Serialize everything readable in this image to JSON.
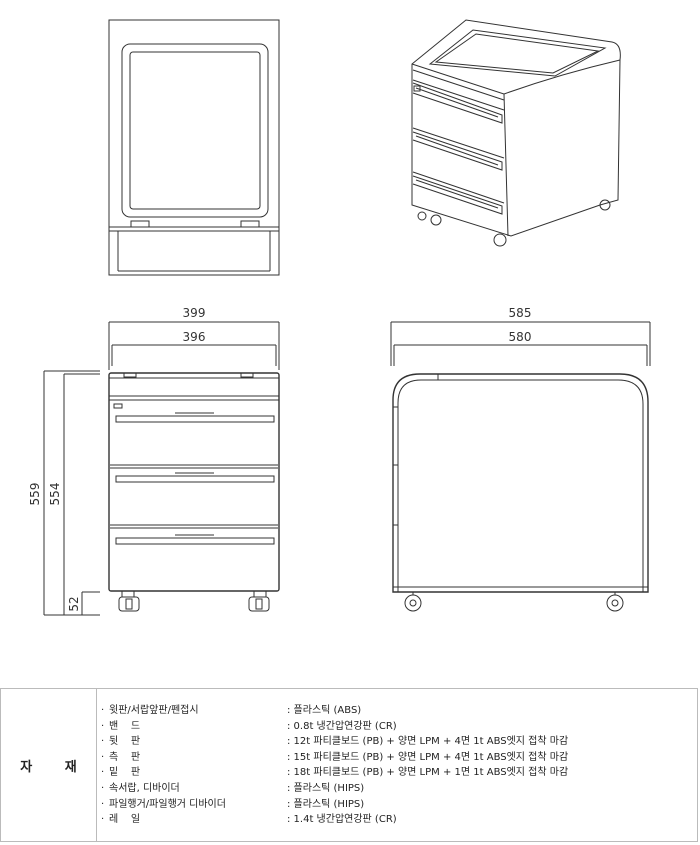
{
  "dimensions": {
    "width_outer": "399",
    "width_inner": "396",
    "depth_outer": "585",
    "depth_inner": "580",
    "height_outer": "559",
    "height_inner": "554",
    "caster_height": "52"
  },
  "materials": {
    "header": "자 재",
    "rows": [
      {
        "bullet": "·",
        "part": "윗판/서랍앞판/펜접시",
        "material": ": 플라스틱 (ABS)"
      },
      {
        "bullet": "·",
        "part": "밴    드",
        "material": ": 0.8t 냉간압연강판 (CR)"
      },
      {
        "bullet": "·",
        "part": "뒷    판",
        "material": ": 12t 파티클보드 (PB) + 양면 LPM + 4면 1t ABS엣지 접착 마감"
      },
      {
        "bullet": "·",
        "part": "측    판",
        "material": ": 15t 파티클보드 (PB) + 양면 LPM + 4면 1t ABS엣지 접착 마감"
      },
      {
        "bullet": "·",
        "part": "밑    판",
        "material": ": 18t 파티클보드 (PB) + 양면 LPM + 1면 1t ABS엣지 접착 마감"
      },
      {
        "bullet": "·",
        "part": "속서랍, 디바이더",
        "material": ": 플라스틱 (HIPS)"
      },
      {
        "bullet": "·",
        "part": "파일행거/파일행거 디바이더",
        "material": ": 플라스틱 (HIPS)"
      },
      {
        "bullet": "·",
        "part": "레    일",
        "material": ": 1.4t 냉간압연강판 (CR)"
      }
    ]
  }
}
